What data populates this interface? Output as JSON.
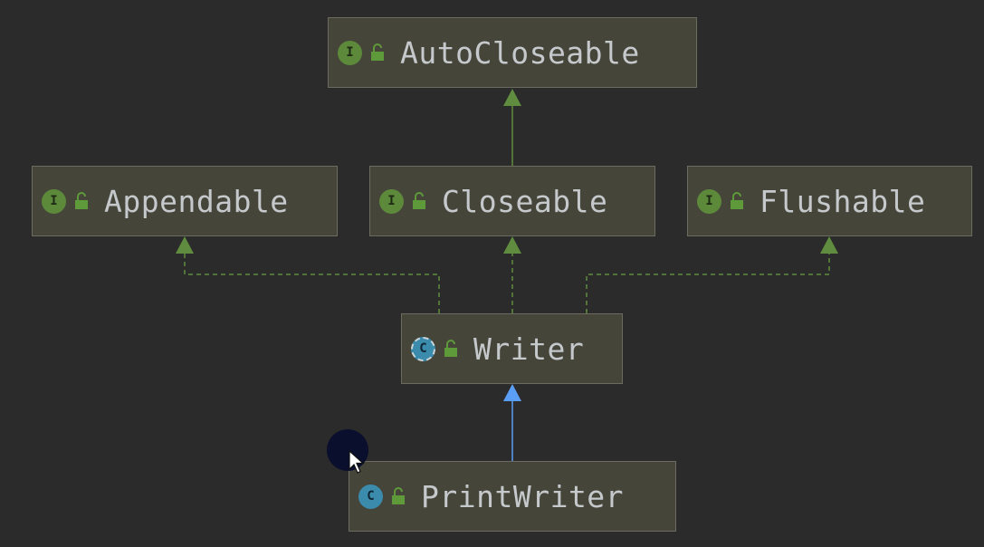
{
  "diagram": {
    "nodes": [
      {
        "id": "autocloseable",
        "label": "AutoCloseable",
        "kind": "interface",
        "kind_letter": "I"
      },
      {
        "id": "appendable",
        "label": "Appendable",
        "kind": "interface",
        "kind_letter": "I"
      },
      {
        "id": "closeable",
        "label": "Closeable",
        "kind": "interface",
        "kind_letter": "I"
      },
      {
        "id": "flushable",
        "label": "Flushable",
        "kind": "interface",
        "kind_letter": "I"
      },
      {
        "id": "writer",
        "label": "Writer",
        "kind": "abstract-class",
        "kind_letter": "C"
      },
      {
        "id": "printwriter",
        "label": "PrintWriter",
        "kind": "class",
        "kind_letter": "C"
      }
    ],
    "edges": [
      {
        "from": "closeable",
        "to": "autocloseable",
        "type": "extends",
        "style": "solid",
        "color": "#5f8c3e"
      },
      {
        "from": "writer",
        "to": "appendable",
        "type": "implements",
        "style": "dashed",
        "color": "#5f8c3e"
      },
      {
        "from": "writer",
        "to": "closeable",
        "type": "implements",
        "style": "dashed",
        "color": "#5f8c3e"
      },
      {
        "from": "writer",
        "to": "flushable",
        "type": "implements",
        "style": "dashed",
        "color": "#5f8c3e"
      },
      {
        "from": "printwriter",
        "to": "writer",
        "type": "extends",
        "style": "solid",
        "color": "#5a9ef5"
      }
    ]
  },
  "icons": {
    "interface_badge": "interface-icon",
    "class_badge": "class-icon",
    "access_icon": "unlocked-padlock-icon",
    "cursor": "mouse-pointer-icon"
  },
  "colors": {
    "background": "#2b2b2b",
    "node_fill": "#45453a",
    "node_border": "#6b6b60",
    "text": "#c5c9cc",
    "interface_green": "#5d8a3a",
    "class_blue": "#3b8bad",
    "lock_green": "#5f9a3a"
  }
}
